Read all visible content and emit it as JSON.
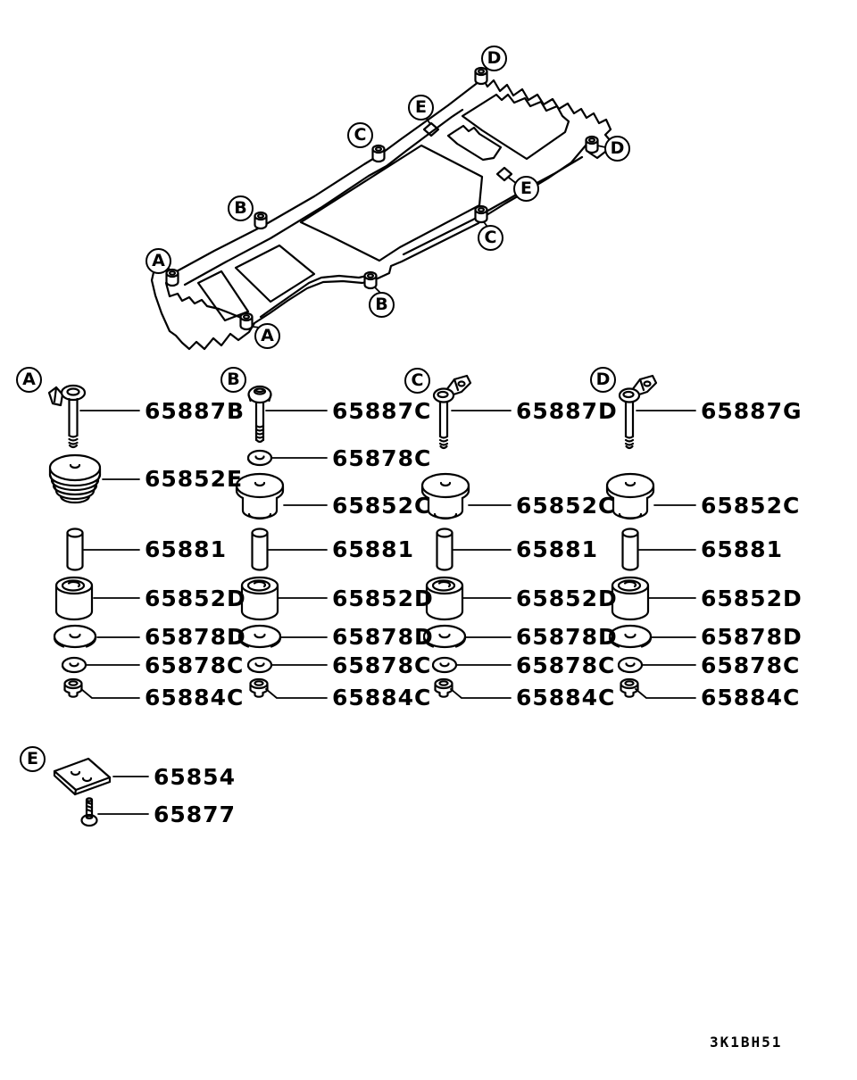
{
  "page": {
    "background": "#ffffff",
    "line_color": "#000000"
  },
  "frame_diagram": {
    "description": "vehicle ladder frame, body mounting locations",
    "callouts": [
      {
        "id": "a1",
        "letter": "A"
      },
      {
        "id": "a2",
        "letter": "A"
      },
      {
        "id": "b1",
        "letter": "B"
      },
      {
        "id": "b2",
        "letter": "B"
      },
      {
        "id": "c1",
        "letter": "C"
      },
      {
        "id": "c2",
        "letter": "C"
      },
      {
        "id": "d1",
        "letter": "D"
      },
      {
        "id": "d2",
        "letter": "D"
      },
      {
        "id": "e1",
        "letter": "E"
      },
      {
        "id": "e2",
        "letter": "E"
      }
    ]
  },
  "part_columns": [
    {
      "letter": "A",
      "parts": [
        {
          "label": "65887B",
          "icon": "bolt-with-clip"
        },
        {
          "label": "65852E",
          "icon": "body-mount-cushion-large"
        },
        {
          "label": "65881",
          "icon": "spacer-sleeve"
        },
        {
          "label": "65852D",
          "icon": "mount-bushing"
        },
        {
          "label": "65878D",
          "icon": "washer-large"
        },
        {
          "label": "65878C",
          "icon": "washer-small"
        },
        {
          "label": "65884C",
          "icon": "flange-nut"
        }
      ]
    },
    {
      "letter": "B",
      "parts": [
        {
          "label": "65887C",
          "icon": "hex-bolt"
        },
        {
          "label": "65878C",
          "icon": "washer-small"
        },
        {
          "label": "65852C",
          "icon": "body-mount-cushion"
        },
        {
          "label": "65881",
          "icon": "spacer-sleeve"
        },
        {
          "label": "65852D",
          "icon": "mount-bushing"
        },
        {
          "label": "65878D",
          "icon": "washer-large"
        },
        {
          "label": "65878C",
          "icon": "washer-small"
        },
        {
          "label": "65884C",
          "icon": "flange-nut"
        }
      ]
    },
    {
      "letter": "C",
      "parts": [
        {
          "label": "65887D",
          "icon": "bolt-with-bracket"
        },
        {
          "label": "65852C",
          "icon": "body-mount-cushion"
        },
        {
          "label": "65881",
          "icon": "spacer-sleeve"
        },
        {
          "label": "65852D",
          "icon": "mount-bushing"
        },
        {
          "label": "65878D",
          "icon": "washer-large"
        },
        {
          "label": "65878C",
          "icon": "washer-small"
        },
        {
          "label": "65884C",
          "icon": "flange-nut"
        }
      ]
    },
    {
      "letter": "D",
      "parts": [
        {
          "label": "65887G",
          "icon": "bolt-with-bracket"
        },
        {
          "label": "65852C",
          "icon": "body-mount-cushion"
        },
        {
          "label": "65881",
          "icon": "spacer-sleeve"
        },
        {
          "label": "65852D",
          "icon": "mount-bushing"
        },
        {
          "label": "65878D",
          "icon": "washer-large"
        },
        {
          "label": "65878C",
          "icon": "washer-small"
        },
        {
          "label": "65884C",
          "icon": "flange-nut"
        }
      ]
    }
  ],
  "section_e": {
    "letter": "E",
    "parts": [
      {
        "label": "65854",
        "icon": "mount-plate"
      },
      {
        "label": "65877",
        "icon": "screw"
      }
    ]
  },
  "diagram_code": "3K1BH51"
}
